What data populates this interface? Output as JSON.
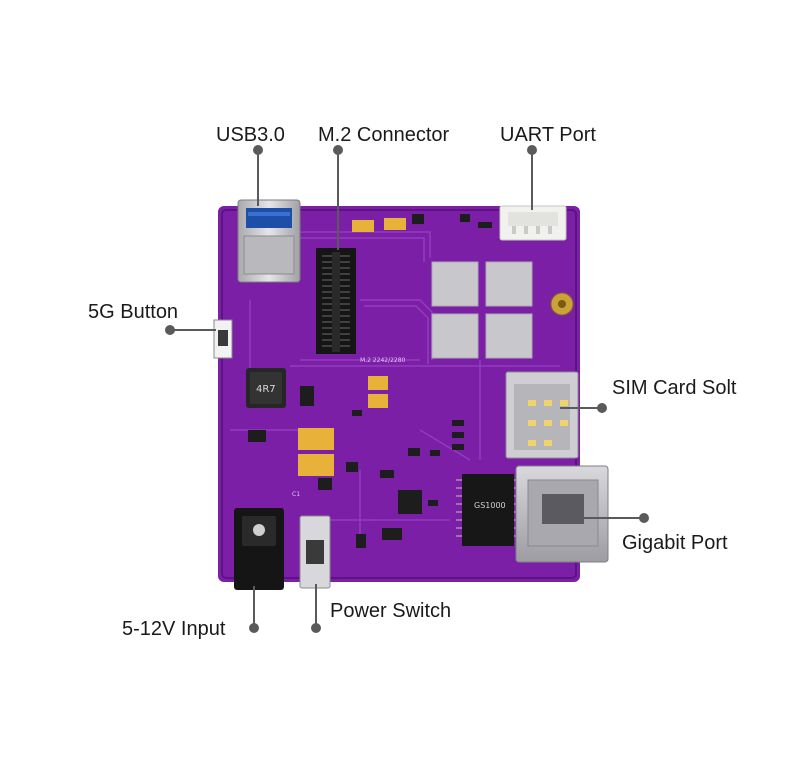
{
  "labels": {
    "usb": "USB3.0",
    "m2": "M.2 Connector",
    "uart": "UART Port",
    "button5g": "5G Button",
    "sim": "SIM Card Solt",
    "gigabit": "Gigabit Port",
    "power_input": "5-12V Input",
    "power_switch": "Power Switch"
  },
  "board_text": {
    "inductor": "4R7",
    "m2_silk": "M.2 2242/2280",
    "ic_mark": "GS1000",
    "c_label": "C1"
  },
  "colors": {
    "board": "#7a1fa6",
    "board_dark": "#5e1383",
    "trace": "#9a43c4",
    "silver": "#c8c8cc",
    "callout": "#5a5a5a"
  }
}
